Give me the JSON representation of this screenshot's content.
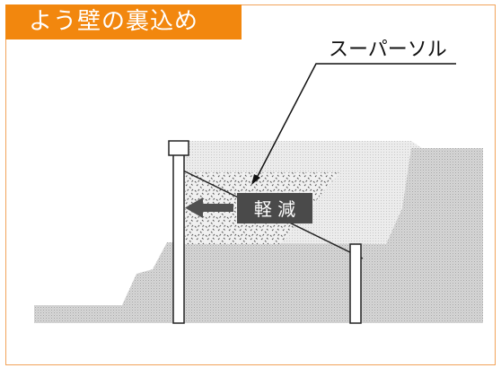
{
  "title": "よう壁の裏込め",
  "labels": {
    "material": "スーパーソル",
    "reduction": "軽 減"
  },
  "colors": {
    "accent": "#f2870e",
    "frame_border": "#f2a35a",
    "ground": "#d2d2d2",
    "backfill": "#e9e9e9",
    "badge": "#4a4a4a",
    "arrow": "#505050"
  },
  "icons": {
    "arrow": "arrow-left-icon"
  }
}
